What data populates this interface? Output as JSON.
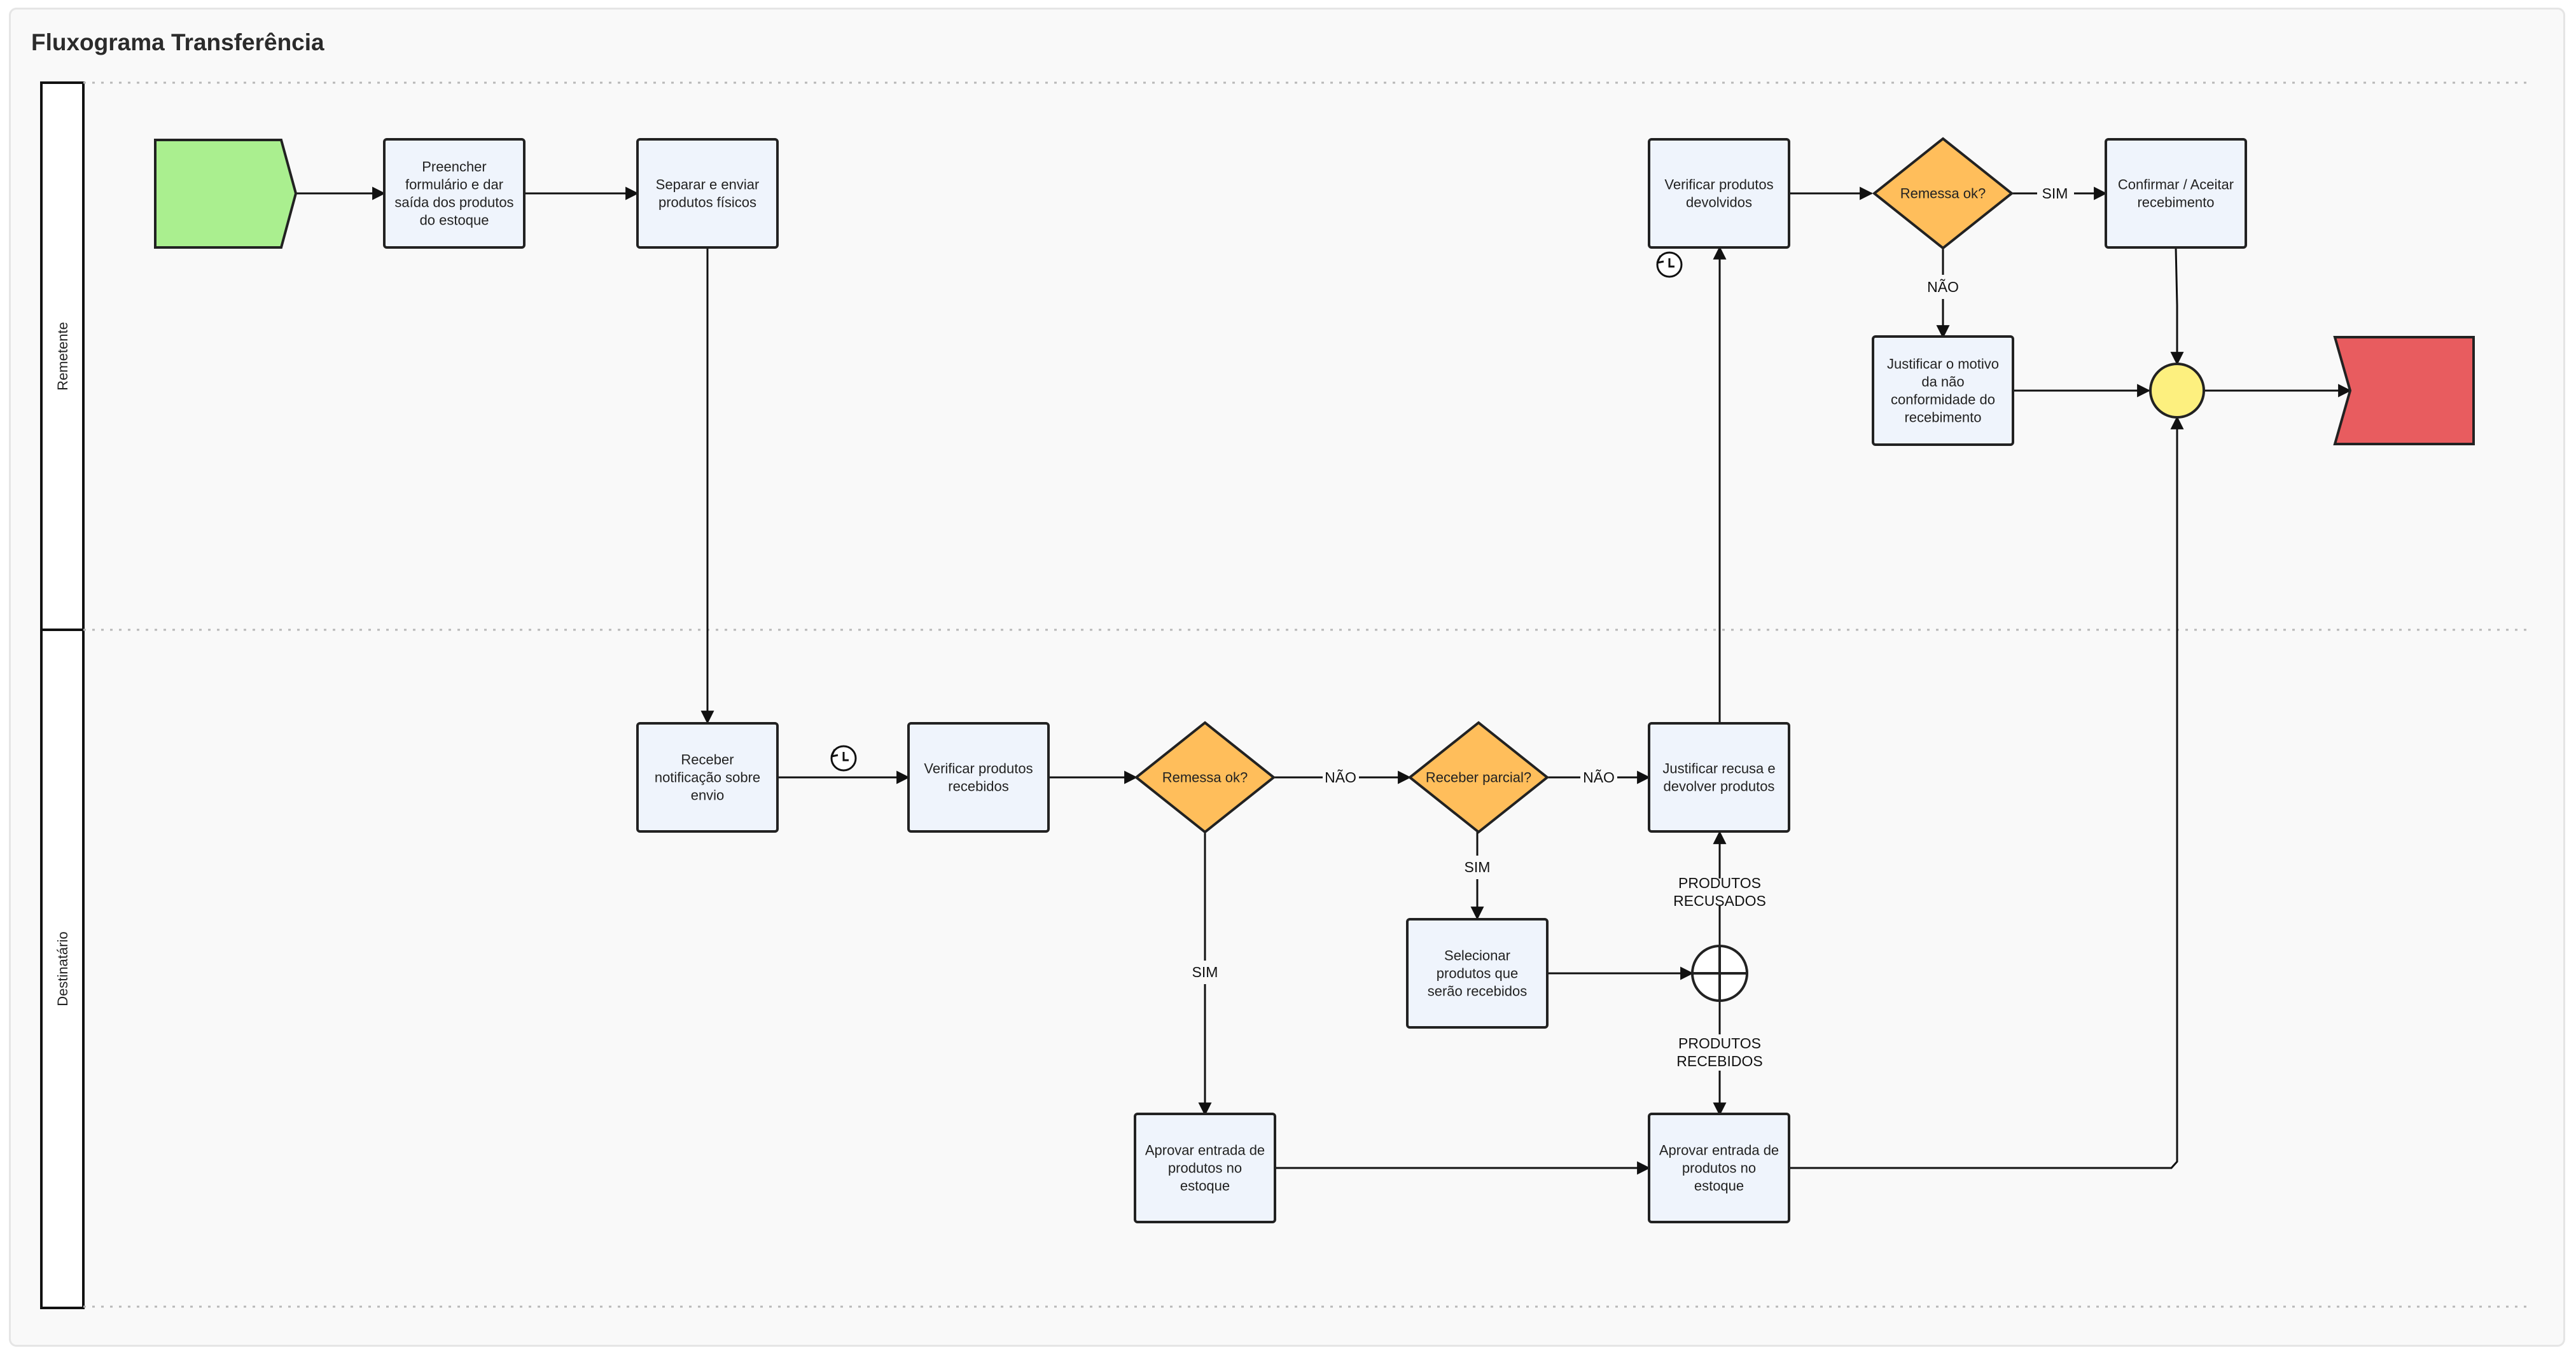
{
  "title": "Fluxograma Transferência",
  "lanes": [
    "Remetente",
    "Destinatário"
  ],
  "colors": {
    "process_fill": "#eff4fc",
    "decision_fill": "#ffbe5b",
    "start_fill": "#aaef8f",
    "end_fill": "#e85c5f",
    "merge_fill": "#fdf07f"
  },
  "nodes": {
    "preencher": [
      "Preencher",
      "formulário e dar",
      "saída dos produtos",
      "do estoque"
    ],
    "separar": [
      "Separar e enviar",
      "produtos físicos"
    ],
    "receber_notif": [
      "Receber",
      "notificação sobre",
      "envio"
    ],
    "verificar_receb": [
      "Verificar produtos",
      "recebidos"
    ],
    "remessa_ok_1": [
      "Remessa ok?"
    ],
    "receber_parcial": [
      "Receber parcial?"
    ],
    "justificar_recusa": [
      "Justificar recusa e",
      "devolver produtos"
    ],
    "selecionar": [
      "Selecionar",
      "produtos que",
      "serão recebidos"
    ],
    "aprovar_1": [
      "Aprovar entrada de",
      "produtos no",
      "estoque"
    ],
    "aprovar_2": [
      "Aprovar entrada de",
      "produtos no",
      "estoque"
    ],
    "verificar_devol": [
      "Verificar produtos",
      "devolvidos"
    ],
    "remessa_ok_2": [
      "Remessa ok?"
    ],
    "confirmar": [
      "Confirmar / Aceitar",
      "recebimento"
    ],
    "justificar_motivo": [
      "Justificar o motivo",
      "da não",
      "conformidade do",
      "recebimento"
    ]
  },
  "edge_labels": {
    "nao_1": [
      "NÃO"
    ],
    "nao_2": [
      "NÃO"
    ],
    "sim_parcial": [
      "SIM"
    ],
    "sim_remessa_1": [
      "SIM"
    ],
    "recusados": [
      "PRODUTOS",
      "RECUSADOS"
    ],
    "recebidos": [
      "PRODUTOS",
      "RECEBIDOS"
    ],
    "sim_remessa_2": [
      "SIM"
    ],
    "nao_remessa_2": [
      "NÃO"
    ]
  },
  "icons": [
    "timer-icon",
    "timer-icon"
  ]
}
